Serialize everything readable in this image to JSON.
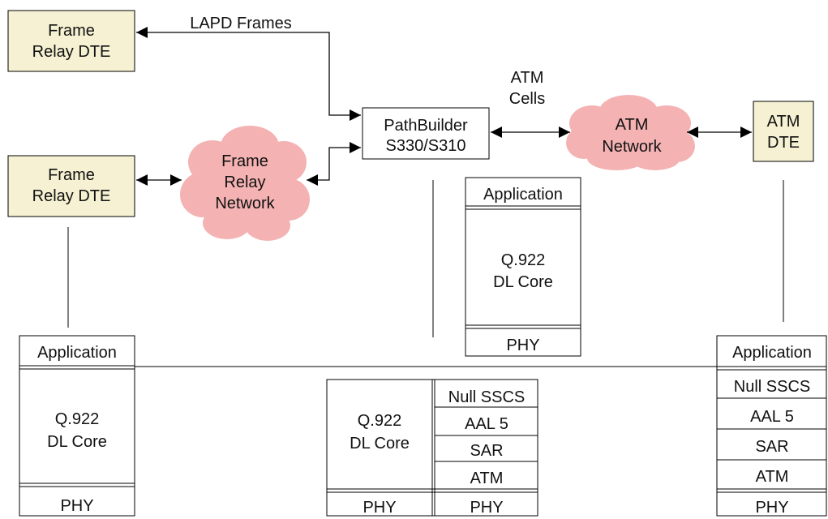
{
  "colors": {
    "dte_fill": "#f5f1d2",
    "cloud_fill": "#f4b2b3",
    "line": "#000000"
  },
  "nodes": {
    "frame_relay_dte_top": [
      "Frame",
      "Relay DTE"
    ],
    "frame_relay_dte_left": [
      "Frame",
      "Relay DTE"
    ],
    "frame_relay_network": [
      "Frame",
      "Relay",
      "Network"
    ],
    "pathbuilder": [
      "PathBuilder",
      "S330/S310"
    ],
    "atm_network": [
      "ATM",
      "Network"
    ],
    "atm_dte": [
      "ATM",
      "DTE"
    ]
  },
  "link_labels": {
    "lapd_frames": "LAPD Frames",
    "atm_cells": [
      "ATM",
      "Cells"
    ]
  },
  "stacks": {
    "left": {
      "application": "Application",
      "core": [
        "Q.922",
        "DL Core"
      ],
      "phy": "PHY"
    },
    "pathbuilder_frame_side": {
      "application": "Application",
      "core": [
        "Q.922",
        "DL Core"
      ],
      "phy": "PHY"
    },
    "pathbuilder_interworking": {
      "core": [
        "Q.922",
        "DL Core"
      ],
      "phy_left": "PHY",
      "null_sscs": "Null SSCS",
      "aal5": "AAL 5",
      "sar": "SAR",
      "atm": "ATM",
      "phy_right": "PHY"
    },
    "right": {
      "application": "Application",
      "null_sscs": "Null SSCS",
      "aal5": "AAL 5",
      "sar": "SAR",
      "atm": "ATM",
      "phy": "PHY"
    }
  }
}
